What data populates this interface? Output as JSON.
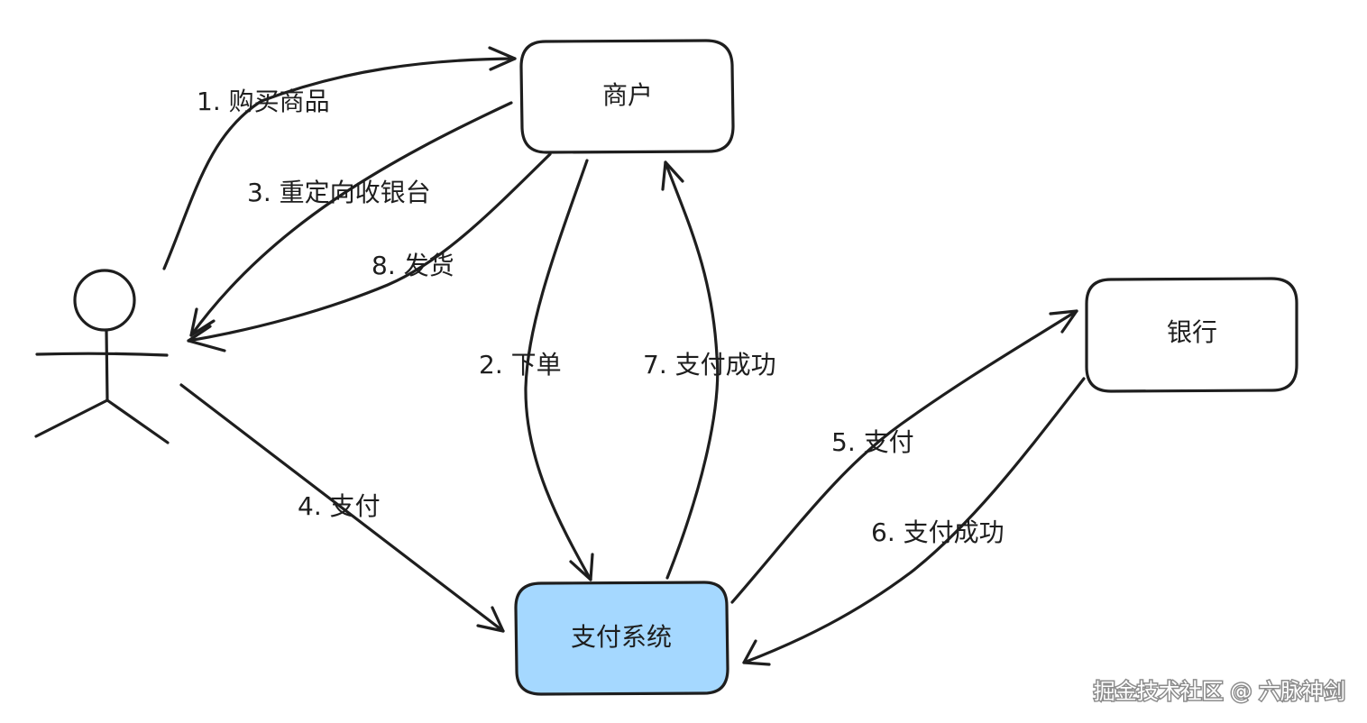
{
  "nodes": {
    "merchant": {
      "label": "商户"
    },
    "bank": {
      "label": "银行"
    },
    "payment_system": {
      "label": "支付系统",
      "fill": "#a5d8ff"
    }
  },
  "edges": {
    "e1": "1. 购买商品",
    "e2": "2. 下单",
    "e3": "3. 重定向收银台",
    "e4": "4. 支付",
    "e5": "5. 支付",
    "e6": "6. 支付成功",
    "e7": "7. 支付成功",
    "e8": "8. 发货"
  },
  "watermark": "掘金技术社区 @ 六脉神剑",
  "colors": {
    "stroke": "#1e1e1e",
    "background": "#ffffff",
    "accent": "#a5d8ff"
  }
}
